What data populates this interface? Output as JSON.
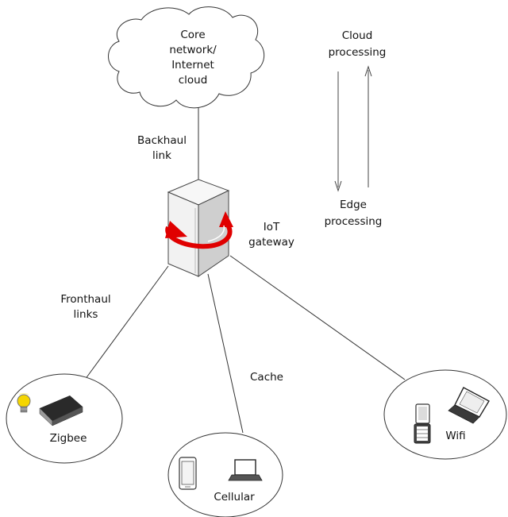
{
  "labels": {
    "core": [
      "Core",
      "network/",
      "Internet",
      "cloud"
    ],
    "backhaul": [
      "Backhaul",
      "link"
    ],
    "gateway": [
      "IoT",
      "gateway"
    ],
    "fronthaul": [
      "Fronthaul",
      "links"
    ],
    "cache": "Cache",
    "cloud_processing": [
      "Cloud",
      "processing"
    ],
    "edge_processing": [
      "Edge",
      "processing"
    ],
    "zigbee": "Zigbee",
    "cellular": "Cellular",
    "wifi": "Wifi"
  },
  "colors": {
    "line": "#333333",
    "server_face": "#f2f2f2",
    "server_side": "#cfcfcf",
    "sync_arrow": "#e00000",
    "bulb": "#f5d600"
  },
  "icons": [
    "cloud-icon",
    "server-icon",
    "sync-arrow-icon",
    "lightbulb-icon",
    "router-icon",
    "smartphone-icon",
    "laptop-icon",
    "flip-phone-icon"
  ]
}
